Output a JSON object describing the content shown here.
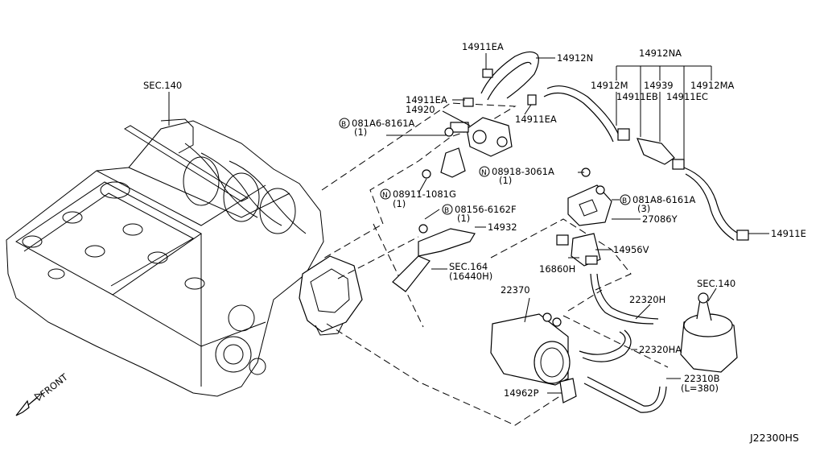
{
  "diagram_id": "J22300HS",
  "front_label": "FRONT",
  "callouts": {
    "sec140_top": "SEC.140",
    "p14911EA_1": "14911EA",
    "p14912N": "14912N",
    "p14912NA": "14912NA",
    "p14911EA_2": "14911EA",
    "p14920": "14920",
    "p14911EA_3": "14911EA",
    "p14912M": "14912M",
    "p14939": "14939",
    "p14912MA": "14912MA",
    "p14911EB": "14911EB",
    "p14911EC": "14911EC",
    "b081A6": "081A6-8161A",
    "b081A6_qty": "(1)",
    "n08918": "08918-3061A",
    "n08918_qty": "(1)",
    "b081A8": "081A8-6161A",
    "b081A8_qty": "(3)",
    "n08911": "08911-1081G",
    "n08911_qty": "(1)",
    "b08156": "08156-6162F",
    "b08156_qty": "(1)",
    "p27086Y": "27086Y",
    "p14911E": "14911E",
    "p14932": "14932",
    "p14956V": "14956V",
    "sec164": "SEC.164",
    "sec164_sub": "(16440H)",
    "p16860H": "16860H",
    "p22370": "22370",
    "p22320H": "22320H",
    "sec140_right": "SEC.140",
    "p22320HA": "22320HA",
    "p22310B": "22310B",
    "p22310B_len": "(L=380)",
    "p14962P": "14962P",
    "bolt_marker": "B",
    "nut_marker": "N"
  }
}
